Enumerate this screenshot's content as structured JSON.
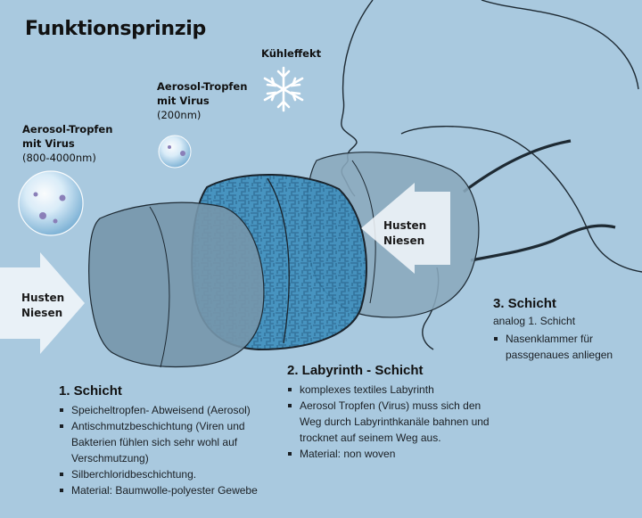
{
  "title": "Funktionsprinzip",
  "labels": {
    "cooling": "Kühleffekt",
    "aerosol_small": {
      "line1": "Aerosol-Tropfen",
      "line2": "mit Virus",
      "size": "(200nm)"
    },
    "aerosol_large": {
      "line1": "Aerosol-Tropfen",
      "line2": "mit Virus",
      "size": "(800-4000nm)"
    }
  },
  "arrows": {
    "left": {
      "line1": "Husten",
      "line2": "Niesen"
    },
    "right": {
      "line1": "Husten",
      "line2": "Niesen"
    }
  },
  "icons": {
    "snowflake": "snowflake-icon",
    "droplet_small": "virus-droplet-icon",
    "droplet_large": "virus-droplet-icon"
  },
  "sections": {
    "layer1": {
      "heading": "1. Schicht",
      "bullets": [
        "Speicheltropfen- Abweisend (Aerosol)",
        "Antischmutzbeschichtung (Viren und",
        "Bakterien fühlen sich sehr wohl auf",
        "Verschmutzung)",
        "Silberchloridbeschichtung.",
        "Material: Baumwolle-polyester Gewebe"
      ]
    },
    "layer2": {
      "heading": "2. Labyrinth - Schicht",
      "bullets": [
        "komplexes textiles Labyrinth",
        "Aerosol Tropfen (Virus) muss sich den",
        "Weg durch Labyrinthkanäle bahnen und",
        "trocknet auf seinem Weg aus.",
        "Material: non woven"
      ]
    },
    "layer3": {
      "heading": "3. Schicht",
      "subtitle": "analog 1. Schicht",
      "bullets": [
        "Nasenklammer für",
        "passgenaues anliegen"
      ]
    }
  },
  "colors": {
    "background": "#a9c9df",
    "mask_layer": "#7596ab",
    "labyrinth": "#3f8fbd",
    "outline": "#1e2a33"
  }
}
